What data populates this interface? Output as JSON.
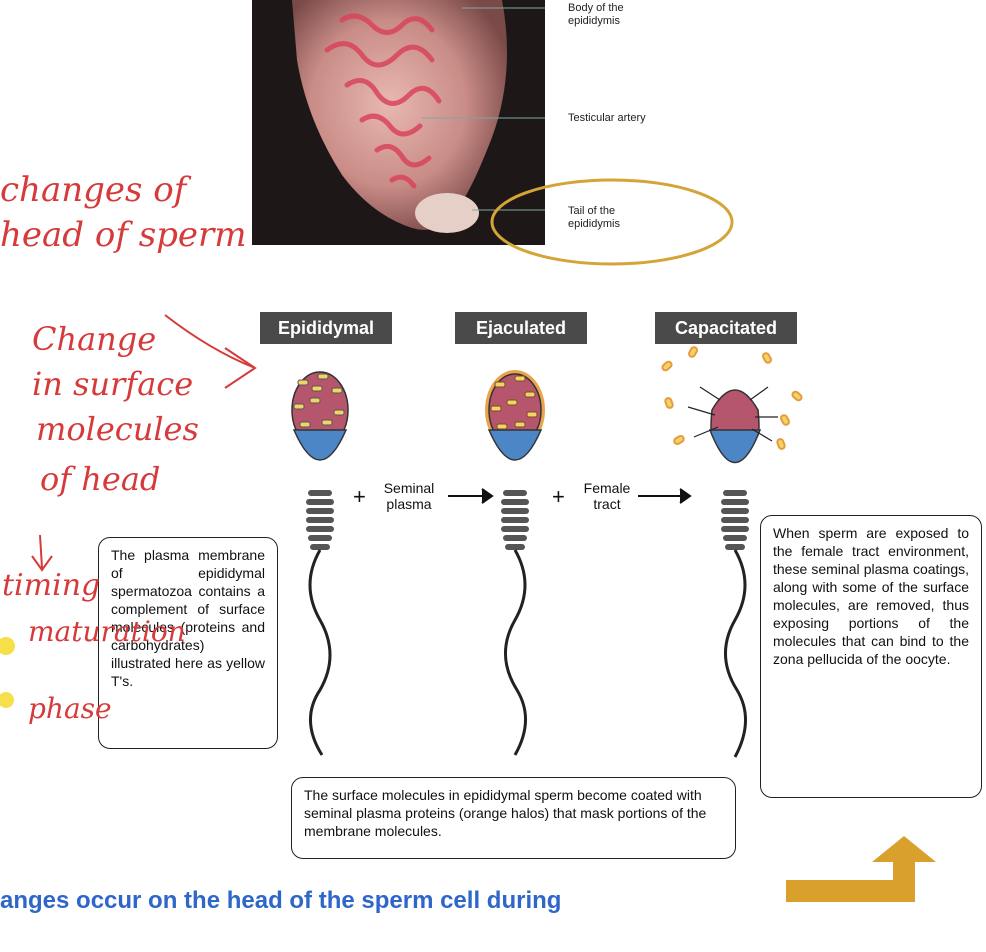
{
  "photo_labels": {
    "body": "Body of the epididymis",
    "artery": "Testicular artery",
    "tail": "Tail of the epididymis"
  },
  "stages": [
    {
      "label": "Epididymal"
    },
    {
      "label": "Ejaculated"
    },
    {
      "label": "Capacitated"
    }
  ],
  "transitions": [
    {
      "label": "Seminal plasma"
    },
    {
      "label": "Female tract"
    }
  ],
  "plus_sign": "+",
  "boxes": {
    "left": "The plasma membrane of epididymal spermatozoa contains a complement of surface molecules (proteins and carbohydrates) illustrated here as yellow T's.",
    "middle": "The surface molecules in epididymal sperm become coated with seminal plasma proteins (orange halos) that mask portions of the membrane molecules.",
    "right": "When sperm are exposed to the female tract environment, these seminal plasma coatings, along with some of the surface molecules, are removed, thus exposing portions of the molecules that can bind to the zona pellucida of the oocyte."
  },
  "handwriting": {
    "line1": "changes of",
    "line2": "head of sperm",
    "line3": "Change",
    "line4": "in surface",
    "line5": "molecules",
    "line6": "of head",
    "line7": "timing",
    "line8": "maturation",
    "line9": "phase"
  },
  "caption": "anges occur on the head of the sperm cell during",
  "colors": {
    "annotation_red": "#d63a3a",
    "highlight_gold": "#d4a437",
    "caption_blue": "#2f66c9",
    "arrow_gold": "#d9a12c",
    "midpiece_blue": "#4d86c6",
    "head_pink": "#b5566c",
    "molecule_yellow": "#f1d36a",
    "halo_orange": "#e89a3a"
  }
}
